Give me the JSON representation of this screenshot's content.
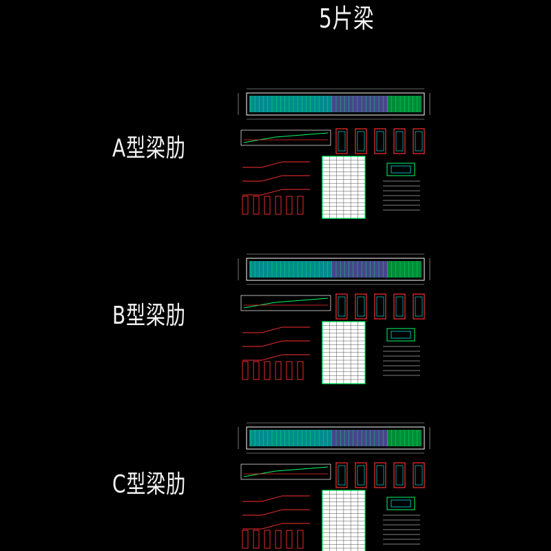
{
  "drawing": {
    "title": "5片梁",
    "sheets": [
      {
        "id": "a",
        "label": "A型梁肋"
      },
      {
        "id": "b",
        "label": "B型梁肋"
      },
      {
        "id": "c",
        "label": "C型梁肋"
      }
    ]
  },
  "colors": {
    "background": "#000000",
    "text": "#f2f2f2",
    "frame": "#ffffff",
    "rebar_green": "#00ff66",
    "rebar_cyan": "#00ffff",
    "section_red": "#ff3030",
    "dimension": "#d0d0d0"
  }
}
